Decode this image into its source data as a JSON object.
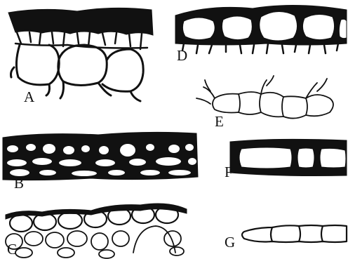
{
  "figure": {
    "panels": [
      {
        "id": "A",
        "label": "A"
      },
      {
        "id": "B",
        "label": "B"
      },
      {
        "id": "C",
        "label": "C"
      },
      {
        "id": "D",
        "label": "D"
      },
      {
        "id": "E",
        "label": "E"
      },
      {
        "id": "F",
        "label": "F"
      },
      {
        "id": "G",
        "label": "G"
      }
    ],
    "colors": {
      "ink": "#111111",
      "paper": "#ffffff"
    }
  }
}
